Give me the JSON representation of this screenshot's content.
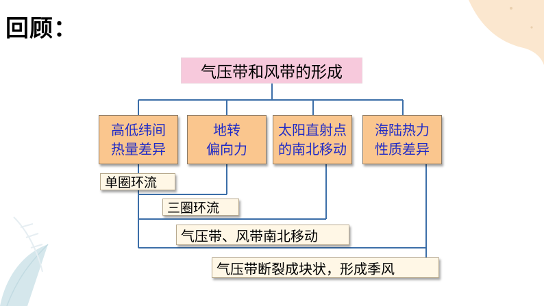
{
  "slide": {
    "title": "回顾："
  },
  "diagram": {
    "root": "气压带和风带的形成",
    "factors": [
      {
        "label": "高低纬间\n热量差异"
      },
      {
        "label": "地转\n偏向力"
      },
      {
        "label": "太阳直射点\n的南北移动"
      },
      {
        "label": "海陆热力\n性质差异"
      }
    ],
    "results": [
      {
        "label": "单圈环流"
      },
      {
        "label": "三圈环流"
      },
      {
        "label": "气压带、风带南北移动"
      },
      {
        "label": "气压带断裂成块状，形成季风"
      }
    ]
  },
  "colors": {
    "root_fill": "#f7c9dc",
    "factor_fill": "#fac68e",
    "factor_text": "#1f2ac7",
    "result_fill": "#fff7e6",
    "connector": "#3b6ea8",
    "deco_blob": "#fbe7cf",
    "deco_leaf": "#d5e7ec"
  }
}
